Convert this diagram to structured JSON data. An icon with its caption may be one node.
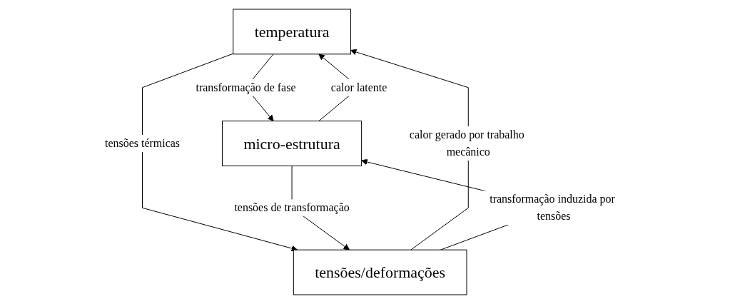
{
  "diagram": {
    "nodes": [
      {
        "text": [
          "temperatura"
        ]
      },
      {
        "text": [
          "micro-estrutura"
        ]
      },
      {
        "text": [
          "tensões/deformações"
        ]
      }
    ],
    "edges": [
      {
        "from": 1,
        "to": 0,
        "arrow": "to",
        "label": "calor latente"
      },
      {
        "from": 0,
        "to": 1,
        "arrow": "to",
        "label": "transformação de fase"
      },
      {
        "from": 0,
        "to": 2,
        "arrow": "to",
        "label": "tensões térmicas"
      },
      {
        "from": 2,
        "to": 0,
        "arrow": "to",
        "label": "calor gerado por trabalho mecânico"
      },
      {
        "from": 1,
        "to": 2,
        "arrow": "to",
        "label": "tensões de transformação"
      },
      {
        "from": 2,
        "to": 1,
        "arrow": "to",
        "label": "transformação induzida por tensões"
      }
    ]
  }
}
